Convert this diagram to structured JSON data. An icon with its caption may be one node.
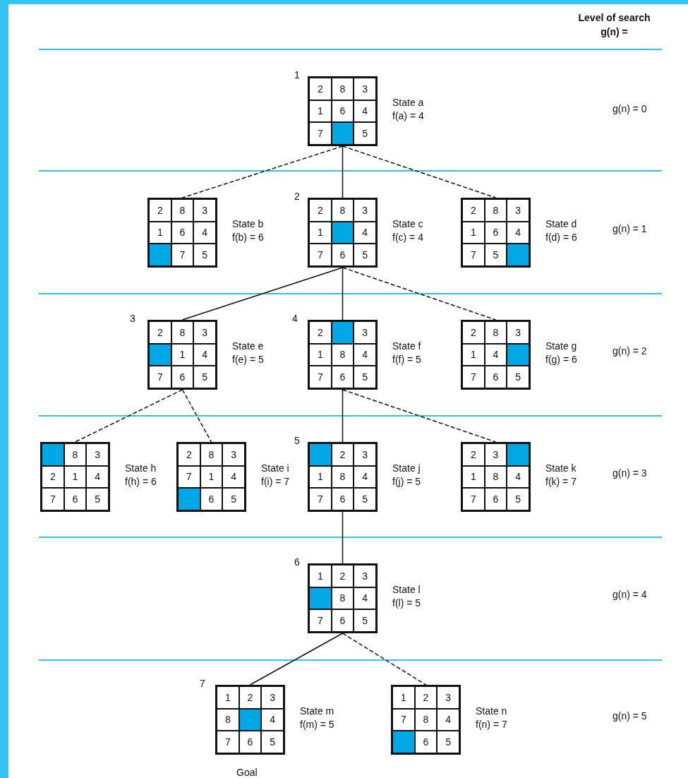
{
  "diagram": {
    "nodes": [
      {
        "text": [
          "2",
          "8",
          "3",
          "1",
          "6",
          "4",
          "7",
          "5"
        ],
        "beside": [
          "State a",
          "f(a) = 4"
        ]
      },
      {
        "text": [
          "2",
          "8",
          "3",
          "1",
          "6",
          "4",
          "7",
          "5"
        ],
        "beside": [
          "State b",
          "f(b) = 6"
        ]
      },
      {
        "text": [
          "2",
          "8",
          "3",
          "1",
          "4",
          "7",
          "6",
          "5"
        ],
        "beside": [
          "State c",
          "f(c) = 4"
        ]
      },
      {
        "text": [
          "2",
          "8",
          "3",
          "1",
          "6",
          "4",
          "7",
          "5"
        ],
        "beside": [
          "State d",
          "f(d) = 6"
        ]
      },
      {
        "text": [
          "2",
          "8",
          "3",
          "1",
          "4",
          "7",
          "6",
          "5"
        ],
        "beside": [
          "State e",
          "f(e) = 5"
        ]
      },
      {
        "text": [
          "2",
          "3",
          "1",
          "8",
          "4",
          "7",
          "6",
          "5"
        ],
        "beside": [
          "State f",
          "f(f) = 5"
        ]
      },
      {
        "text": [
          "2",
          "8",
          "3",
          "1",
          "4",
          "7",
          "6",
          "5"
        ],
        "beside": [
          "State g",
          "f(g) = 6"
        ]
      },
      {
        "text": [
          "8",
          "3",
          "2",
          "1",
          "4",
          "7",
          "6",
          "5"
        ],
        "beside": [
          "State h",
          "f(h) = 6"
        ]
      },
      {
        "text": [
          "2",
          "8",
          "3",
          "7",
          "1",
          "4",
          "6",
          "5"
        ],
        "beside": [
          "State i",
          "f(i) = 7"
        ]
      },
      {
        "text": [
          "2",
          "3",
          "1",
          "8",
          "4",
          "7",
          "6",
          "5"
        ],
        "beside": [
          "State j",
          "f(j) = 5"
        ]
      },
      {
        "text": [
          "2",
          "3",
          "1",
          "8",
          "4",
          "7",
          "6",
          "5"
        ],
        "beside": [
          "State k",
          "f(k) = 7"
        ]
      },
      {
        "text": [
          "1",
          "2",
          "3",
          "8",
          "4",
          "7",
          "6",
          "5"
        ],
        "beside": [
          "State l",
          "f(l) = 5"
        ]
      },
      {
        "text": [
          "1",
          "2",
          "3",
          "8",
          "4",
          "7",
          "6",
          "5"
        ],
        "beside": [
          "State m",
          "f(m) = 5"
        ]
      },
      {
        "text": [
          "1",
          "2",
          "3",
          "7",
          "8",
          "4",
          "6",
          "5"
        ],
        "beside": [
          "State n",
          "f(n) = 7"
        ]
      }
    ],
    "edges": [
      {
        "from": 0,
        "to": 1,
        "arrow": "none",
        "style": "dashed"
      },
      {
        "from": 0,
        "to": 2,
        "arrow": "none"
      },
      {
        "from": 0,
        "to": 3,
        "arrow": "none",
        "style": "dashed"
      },
      {
        "from": 2,
        "to": 4,
        "arrow": "none"
      },
      {
        "from": 2,
        "to": 5,
        "arrow": "none"
      },
      {
        "from": 2,
        "to": 6,
        "arrow": "none",
        "style": "dashed"
      },
      {
        "from": 4,
        "to": 7,
        "arrow": "none",
        "style": "dashed"
      },
      {
        "from": 4,
        "to": 8,
        "arrow": "none",
        "style": "dashed"
      },
      {
        "from": 5,
        "to": 9,
        "arrow": "none"
      },
      {
        "from": 5,
        "to": 10,
        "arrow": "none",
        "style": "dashed"
      },
      {
        "from": 9,
        "to": 11,
        "arrow": "none"
      },
      {
        "from": 11,
        "to": 12,
        "arrow": "none"
      },
      {
        "from": 11,
        "to": 13,
        "arrow": "none",
        "style": "dashed"
      }
    ],
    "labels": [
      "Level of search g(n) =",
      "1",
      "g(n) = 0",
      "2",
      "g(n) = 1",
      "3",
      "4",
      "g(n) = 2",
      "5",
      "g(n) = 3",
      "6",
      "g(n) = 4",
      "7",
      "g(n) = 5",
      "Goal"
    ]
  }
}
